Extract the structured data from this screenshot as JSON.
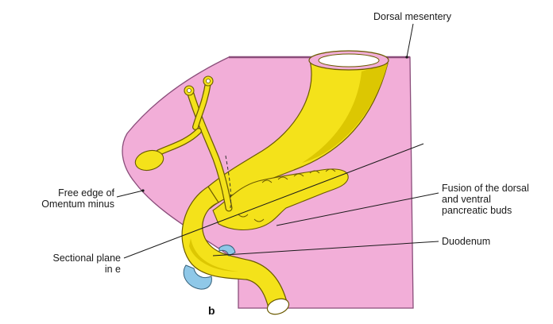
{
  "figure": {
    "panel_letter": "b",
    "labels": {
      "dorsal_mesentery": "Dorsal mesentery",
      "free_edge_line1": "Free edge of",
      "free_edge_line2": "Omentum minus",
      "fusion_line1": "Fusion of the dorsal",
      "fusion_line2": "and ventral",
      "fusion_line3": "pancreatic buds",
      "duodenum": "Duodenum",
      "sectional_line1": "Sectional plane",
      "sectional_line2": "in e"
    }
  },
  "colors": {
    "mesentery_pink": "#f2aed8",
    "mesentery_outline": "#8a4d7a",
    "gut_yellow": "#f4e21a",
    "gut_shadow": "#d9c400",
    "gut_outline": "#6b5a00",
    "duct_blue": "#8fc8e8",
    "leader_line": "#1a1a1a"
  }
}
